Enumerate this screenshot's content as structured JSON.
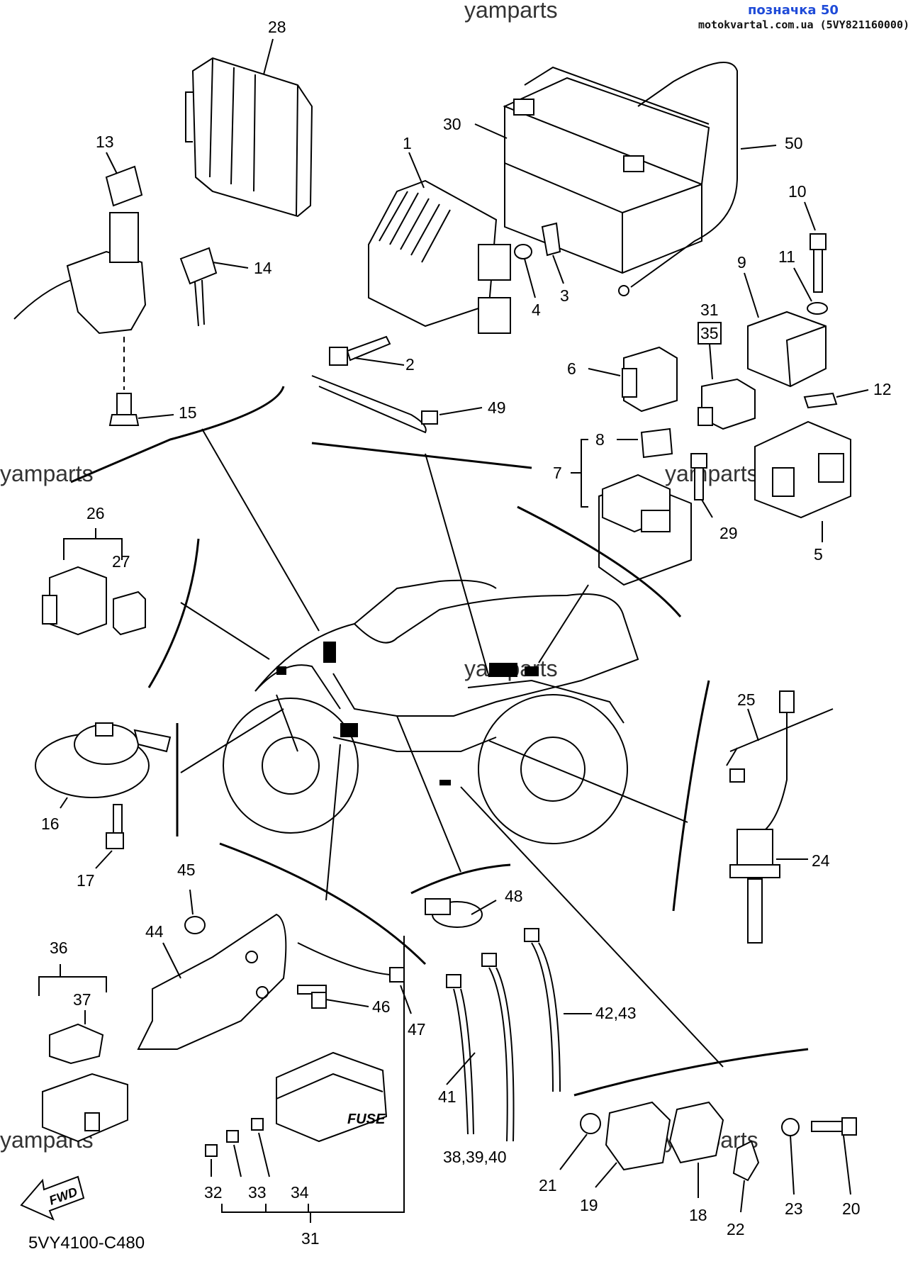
{
  "header": {
    "title": "позначка 50",
    "subtitle": "motokvartal.com.ua (5VY821160000)"
  },
  "watermark": "yamparts",
  "diagram_code": "5VY4100-C480",
  "fwd_label": "FWD",
  "fuse_label": "FUSE",
  "callouts": {
    "c1": "1",
    "c2": "2",
    "c3": "3",
    "c4": "4",
    "c5": "5",
    "c6": "6",
    "c7": "7",
    "c8": "8",
    "c9": "9",
    "c10": "10",
    "c11": "11",
    "c12": "12",
    "c13": "13",
    "c14": "14",
    "c15": "15",
    "c16": "16",
    "c17": "17",
    "c18": "18",
    "c19": "19",
    "c20": "20",
    "c21": "21",
    "c22": "22",
    "c23": "23",
    "c24": "24",
    "c25": "25",
    "c26": "26",
    "c27": "27",
    "c28": "28",
    "c29": "29",
    "c30": "30",
    "c31a": "31",
    "c31b": "31",
    "c32": "32",
    "c33": "33",
    "c34": "34",
    "c35": "35",
    "c36": "36",
    "c37": "37",
    "c41": "41",
    "c38": "38,39,40",
    "c42": "42,43",
    "c44": "44",
    "c45": "45",
    "c46": "46",
    "c47": "47",
    "c48": "48",
    "c49": "49",
    "c50": "50"
  }
}
